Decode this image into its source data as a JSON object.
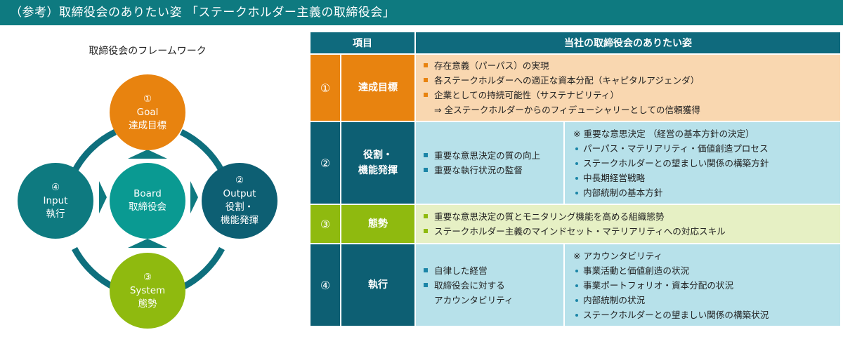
{
  "header": {
    "title": "（参考）取締役会のありたい姿 「ステークホルダー主義の取締役会」"
  },
  "framework": {
    "title": "取締役会のフレームワーク",
    "goal": {
      "num": "①",
      "en": "Goal",
      "jp": "達成目標"
    },
    "input": {
      "num": "④",
      "en": "Input",
      "jp": "執行"
    },
    "board": {
      "en": "Board",
      "jp": "取締役会"
    },
    "output": {
      "num": "②",
      "en": "Output",
      "jp1": "役割・",
      "jp2": "機能発揮"
    },
    "system": {
      "num": "③",
      "en": "System",
      "jp": "態勢"
    }
  },
  "table": {
    "headers": {
      "item": "項目",
      "ideal": "当社の取締役会のありたい姿"
    },
    "rows": [
      {
        "num": "①",
        "label": "達成目標",
        "items": [
          "存在意義（パーパス）の実現",
          "各ステークホルダーへの適正な資本分配（キャピタルアジェンダ）",
          "企業としての持続可能性（サステナビリティ）"
        ],
        "note": "⇒ 全ステークホルダーからのフィデューシャリーとしての信頼獲得"
      },
      {
        "num": "②",
        "label1": "役割・",
        "label2": "機能発揮",
        "left": [
          "重要な意思決定の質の向上",
          "重要な執行状況の監督"
        ],
        "right_head": "※ 重要な意思決定 （経営の基本方針の決定）",
        "right": [
          "パーパス・マテリアリティ・価値創造プロセス",
          "ステークホルダーとの望ましい関係の構築方針",
          "中長期経営戦略",
          "内部統制の基本方針"
        ]
      },
      {
        "num": "③",
        "label": "態勢",
        "items": [
          "重要な意思決定の質とモニタリング機能を高める組織態勢",
          "ステークホルダー主義のマインドセット・マテリアリティへの対応スキル"
        ]
      },
      {
        "num": "④",
        "label": "執行",
        "left1": "自律した経営",
        "left2a": "取締役会に対する",
        "left2b": "アカウンタビリティ",
        "right_head": "※ アカウンタビリティ",
        "right": [
          "事業活動と価値創造の状況",
          "事業ポートフォリオ・資本分配の状況",
          "内部統制の状況",
          "ステークホルダーとの望ましい関係の構築状況"
        ]
      }
    ]
  },
  "colors": {
    "header": "#0e7a80",
    "goal": "#e8830f",
    "input": "#0e7a80",
    "board": "#0a9a92",
    "output": "#0d5f73",
    "system": "#8fba0f"
  }
}
